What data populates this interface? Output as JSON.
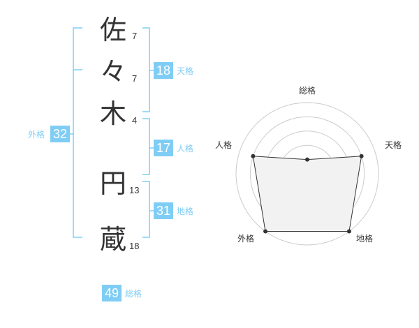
{
  "name": {
    "chars": [
      {
        "char": "佐",
        "strokes": "7"
      },
      {
        "char": "々",
        "strokes": "7"
      },
      {
        "char": "木",
        "strokes": "4"
      },
      {
        "char": "円",
        "strokes": "13"
      },
      {
        "char": "蔵",
        "strokes": "18"
      }
    ]
  },
  "scores": {
    "tenkaku": {
      "value": "18",
      "label": "天格"
    },
    "jinkaku": {
      "value": "17",
      "label": "人格"
    },
    "chikaku": {
      "value": "31",
      "label": "地格"
    },
    "gaikaku": {
      "value": "32",
      "label": "外格"
    },
    "soukaku": {
      "value": "49",
      "label": "総格"
    }
  },
  "colors": {
    "accent": "#7fcdf5",
    "text": "#333333",
    "radar_fill": "#f2f2f2",
    "grid": "#cccccc"
  },
  "chart_data": {
    "type": "radar",
    "axes": [
      "総格",
      "天格",
      "地格",
      "外格",
      "人格"
    ],
    "levels": 5,
    "values": [
      1,
      4,
      5,
      5,
      4
    ],
    "max": 5
  }
}
